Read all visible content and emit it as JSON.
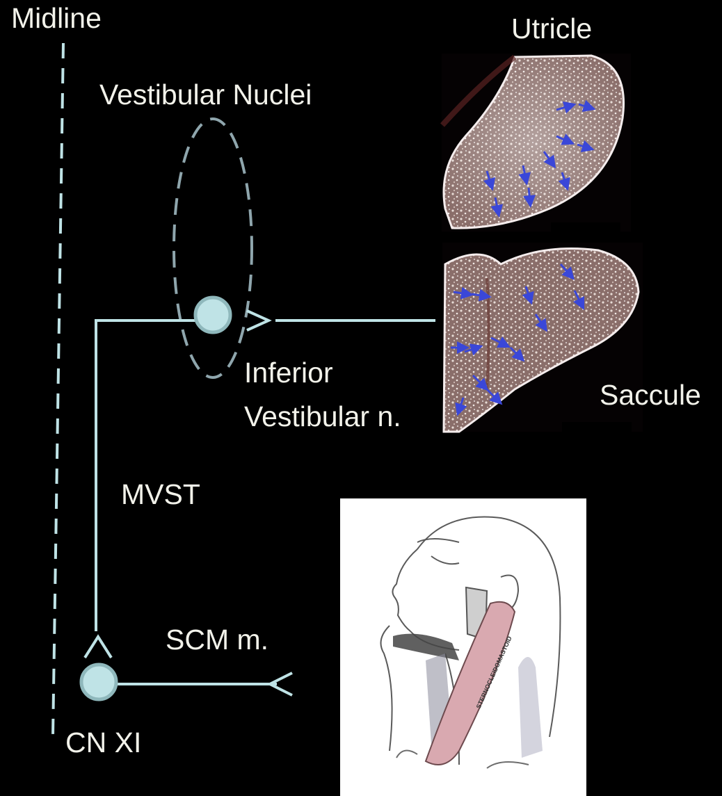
{
  "labels": {
    "midline": "Midline",
    "vestibular_nuclei": "Vestibular Nuclei",
    "utricle": "Utricle",
    "inferior_vestibular_n_line1": "Inferior",
    "inferior_vestibular_n_line2": "Vestibular n.",
    "saccule": "Saccule",
    "mvst": "MVST",
    "scm": "SCM m.",
    "cn_xi": "CN XI"
  },
  "illustrations": {
    "neck_text": "STERNOCLEIDOMASTOID"
  },
  "colors": {
    "background": "#000000",
    "pathway": "#bfe3e6",
    "neuron_fill": "#bfe3e6",
    "neuron_stroke": "#8fb8bc",
    "nucleus_outline": "#8fa6ad",
    "label_text": "#f2f2ea",
    "polarity_arrows": "#3a47d8"
  }
}
